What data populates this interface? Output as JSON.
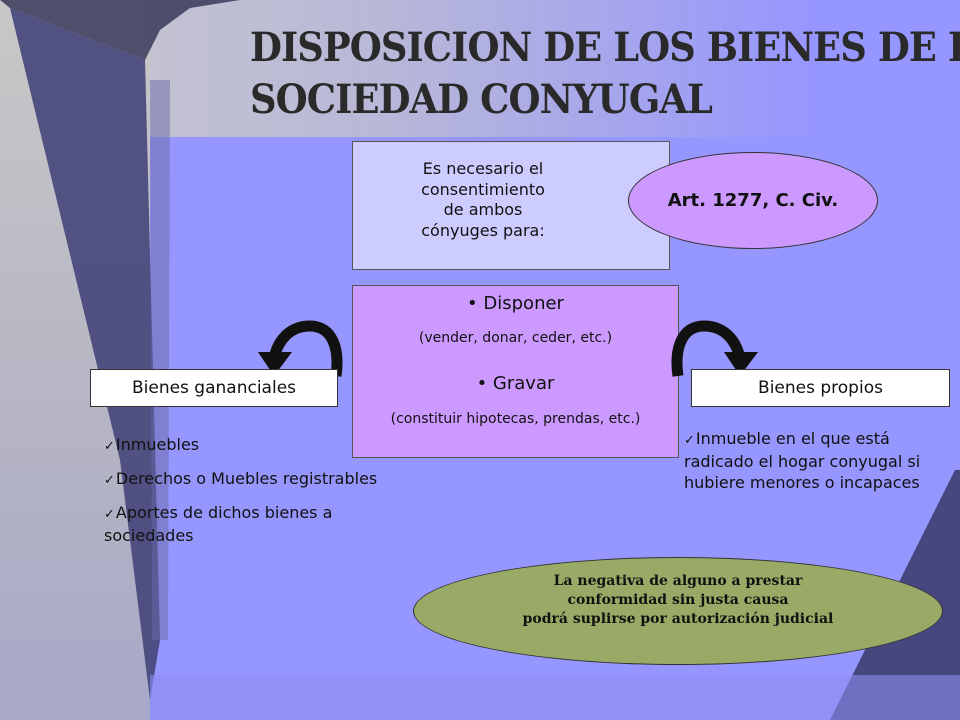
{
  "title": {
    "line1": "DISPOSICION DE LOS BIENES DE LA",
    "line2": "SOCIEDAD CONYUGAL"
  },
  "requirement": {
    "lines": [
      "Es necesario el",
      "consentimiento",
      "de ambos",
      "cónyuges para:"
    ]
  },
  "article": "Art. 1277, C. Civ.",
  "acts": {
    "dispose": "• Disponer",
    "dispose_examples": "(vender, donar, ceder, etc.)",
    "encumber": "• Gravar",
    "encumber_examples": "(constituir hipotecas, prendas, etc.)"
  },
  "left": {
    "label": "Bienes gananciales",
    "items": [
      "Inmuebles",
      "Derechos o Muebles registrables",
      "Aportes de dichos bienes a sociedades"
    ]
  },
  "right": {
    "label": "Bienes propios",
    "items": [
      "Inmueble en el que está radicado el hogar conyugal si hubiere menores o incapaces"
    ]
  },
  "note": {
    "lines": [
      "La negativa de alguno a prestar",
      "conformidad sin justa causa",
      "podrá suplirse por autorización judicial"
    ]
  },
  "colors": {
    "background": "#9696ff",
    "requirement_box": "#ccccff",
    "acts_box": "#cc99ff",
    "article_ellipse": "#cc99ff",
    "note_ellipse": "#99aa66",
    "label_box": "#ffffff"
  },
  "icons": {
    "check": "✓",
    "arrow_left": "curved-arrow-left-icon",
    "arrow_right": "curved-arrow-right-icon"
  }
}
